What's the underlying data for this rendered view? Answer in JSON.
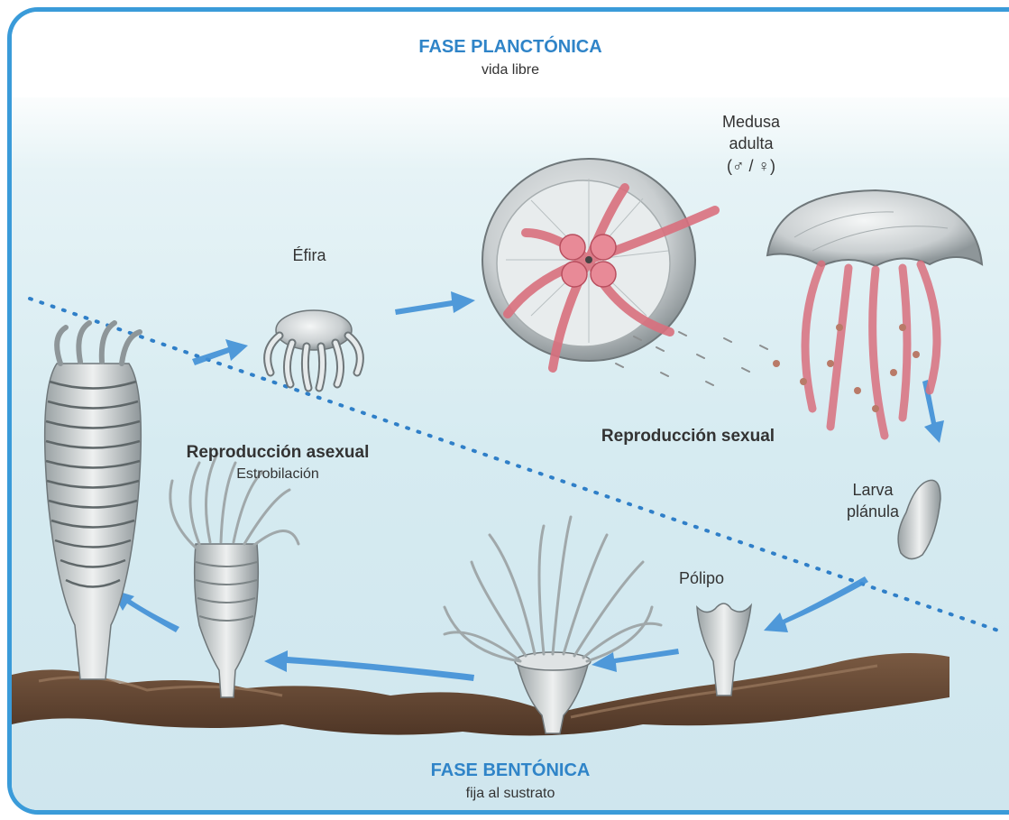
{
  "header": {
    "title": "FASE PLANCTÓNICA",
    "subtitle": "vida libre"
  },
  "footer": {
    "title": "FASE BENTÓNICA",
    "subtitle": "fija al sustrato"
  },
  "stages": {
    "adult_line1": "Medusa",
    "adult_line2": "adulta",
    "adult_line3": "(♂ / ♀)",
    "ephyra": "Éfira",
    "larva_line1": "Larva",
    "larva_line2": "plánula",
    "polyp": "Pólipo"
  },
  "processes": {
    "sexual": "Reproducción sexual",
    "asexual": "Reproducción asexual",
    "asexual_sub": "Estrobilación"
  },
  "colors": {
    "accent": "#3a9bd9",
    "arrow": "#3f8fd6",
    "water": "#d9edf3",
    "ground": "#6b4a34",
    "oral_arms": "#d9707e"
  }
}
